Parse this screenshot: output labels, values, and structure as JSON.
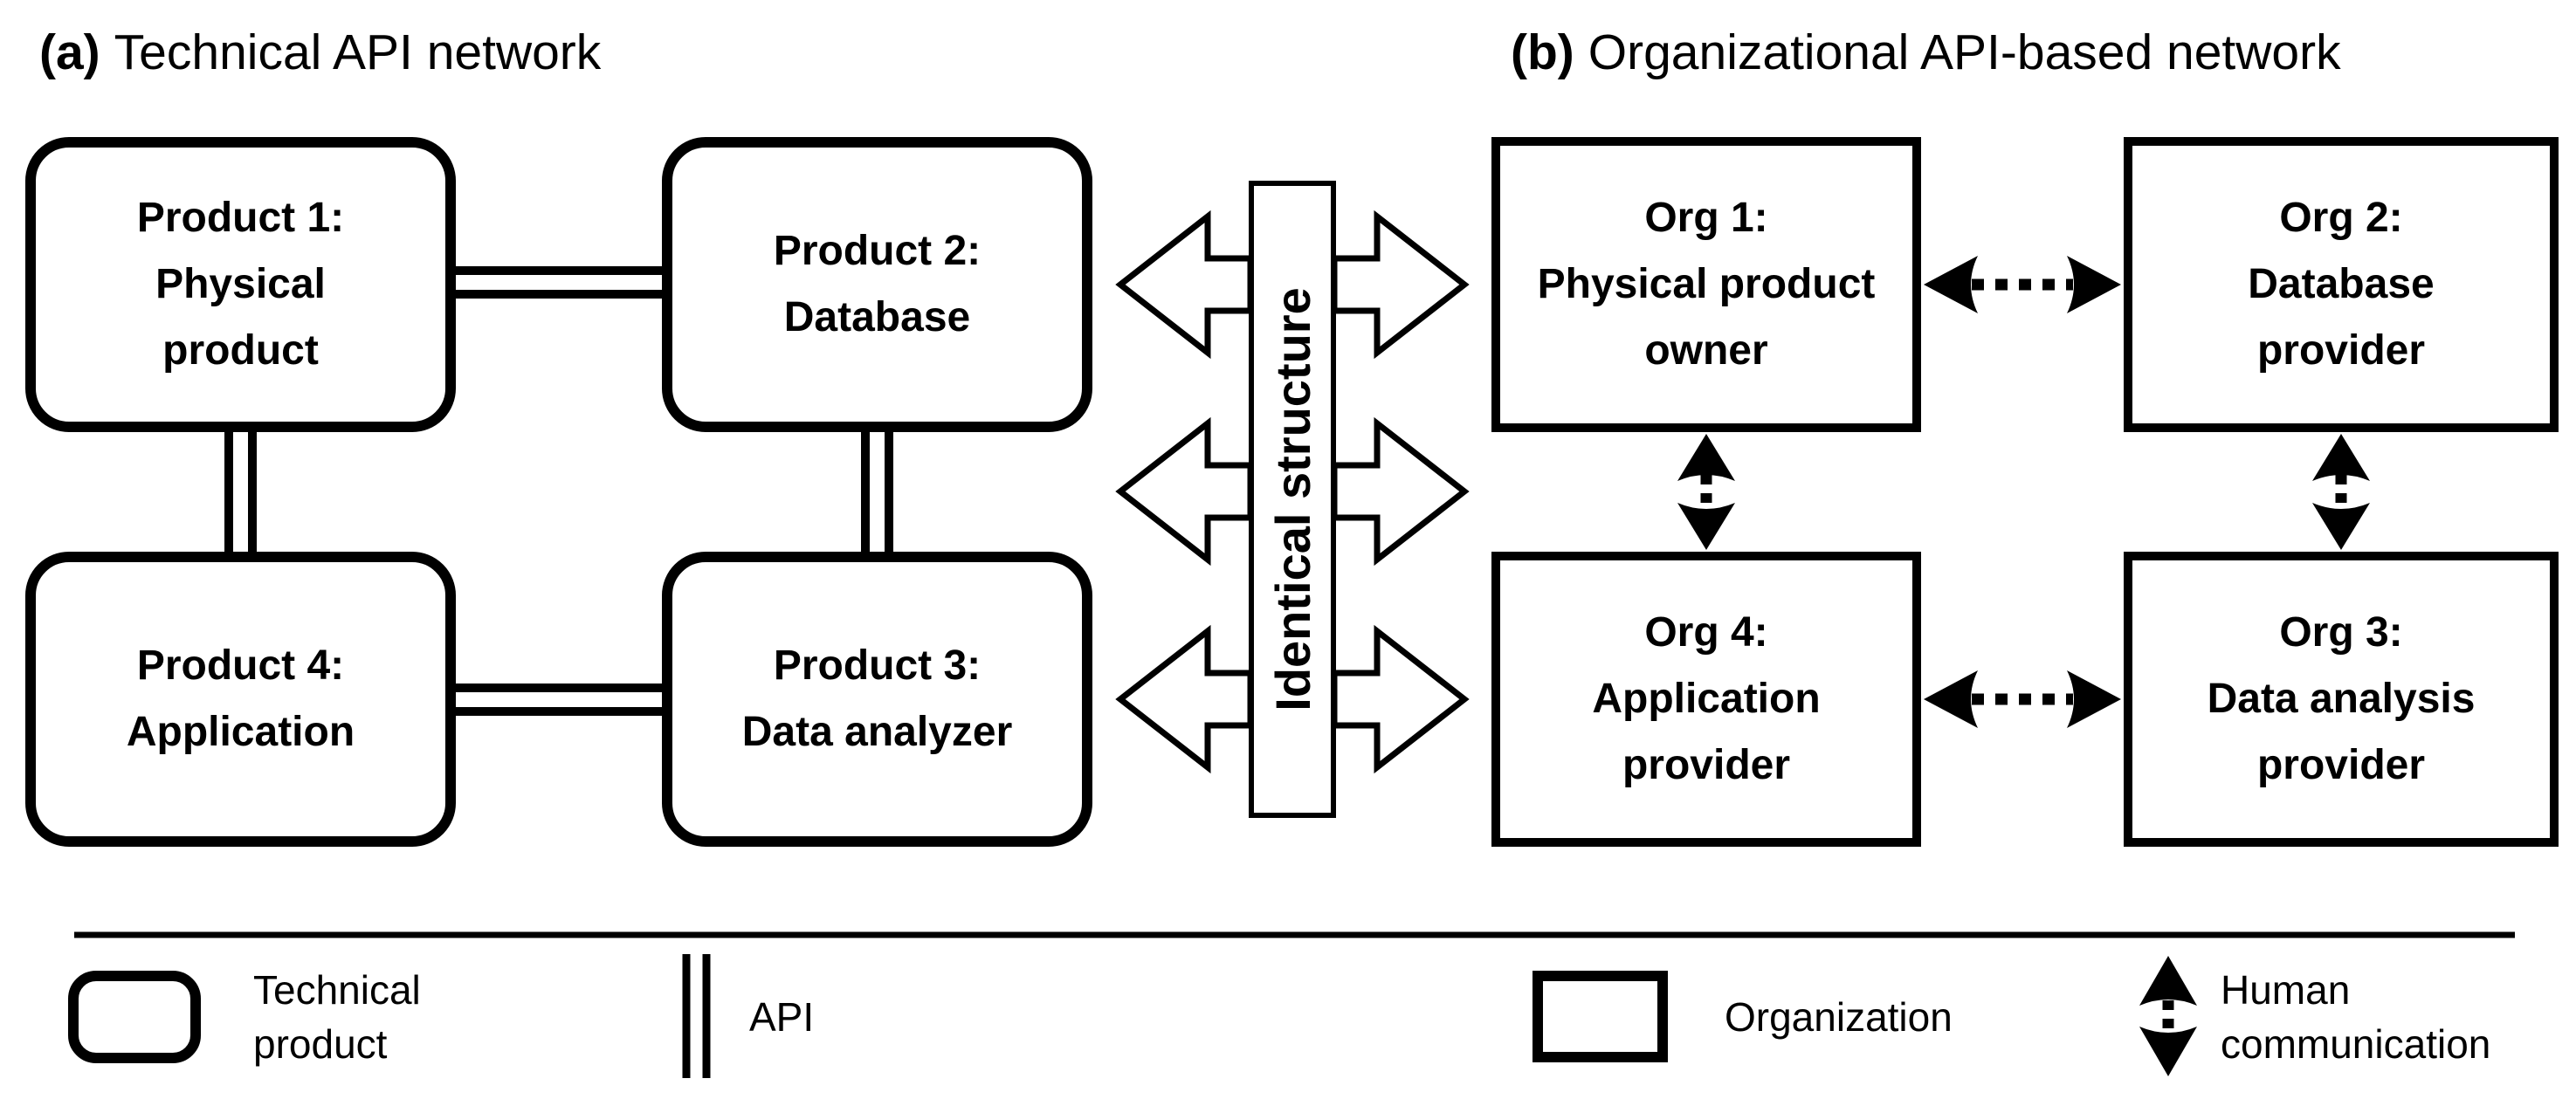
{
  "colors": {
    "ink": "#000000",
    "background": "#ffffff"
  },
  "titles": {
    "a_label": "(a)",
    "a_text": "Technical API network",
    "b_label": "(b)",
    "b_text": "Organizational API-based network"
  },
  "technical_network": {
    "product1": {
      "line1": "Product 1:",
      "line2": "Physical",
      "line3": "product"
    },
    "product2": {
      "line1": "Product 2:",
      "line2": "Database"
    },
    "product4": {
      "line1": "Product 4:",
      "line2": "Application"
    },
    "product3": {
      "line1": "Product 3:",
      "line2": "Data analyzer"
    }
  },
  "center_banner": {
    "label": "Identical structure"
  },
  "organizational_network": {
    "org1": {
      "line1": "Org 1:",
      "line2": "Physical product",
      "line3": "owner"
    },
    "org2": {
      "line1": "Org 2:",
      "line2": "Database",
      "line3": "provider"
    },
    "org4": {
      "line1": "Org 4:",
      "line2": "Application",
      "line3": "provider"
    },
    "org3": {
      "line1": "Org 3:",
      "line2": "Data analysis",
      "line3": "provider"
    }
  },
  "legend": {
    "technical_product": {
      "line1": "Technical",
      "line2": "product"
    },
    "api_label": "API",
    "organization_label": "Organization",
    "human_communication": {
      "line1": "Human",
      "line2": "communication"
    }
  }
}
